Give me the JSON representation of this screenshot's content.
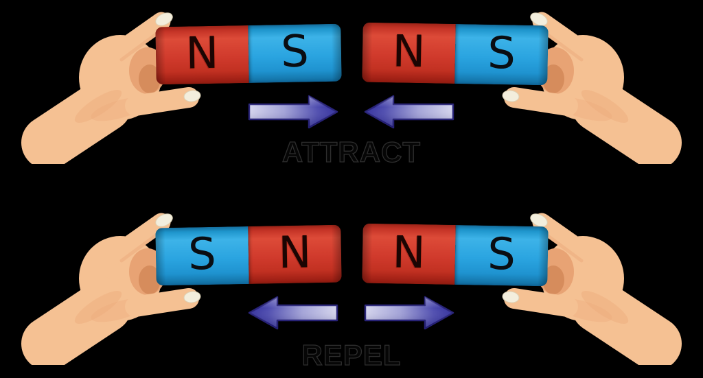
{
  "colors": {
    "background": "#000000",
    "magnet_red": "#d03a2c",
    "magnet_blue": "#2aa4e0",
    "arrow_tail_light": "#d4d4ec",
    "arrow_head_dark": "#322f9d",
    "arrow_outline": "#272277",
    "hand_skin": "#f5c193",
    "hand_shadow": "#d98f5f",
    "fingernail": "#f3eedd",
    "caption_text": "#000000"
  },
  "scenes": [
    {
      "caption": "ATTRACT",
      "left_magnet": {
        "poles": [
          {
            "label": "N",
            "color": "red"
          },
          {
            "label": "S",
            "color": "blue"
          }
        ]
      },
      "right_magnet": {
        "poles": [
          {
            "label": "N",
            "color": "red"
          },
          {
            "label": "S",
            "color": "blue"
          }
        ]
      },
      "arrows": [
        {
          "direction": "right"
        },
        {
          "direction": "left"
        }
      ]
    },
    {
      "caption": "REPEL",
      "left_magnet": {
        "poles": [
          {
            "label": "S",
            "color": "blue"
          },
          {
            "label": "N",
            "color": "red"
          }
        ]
      },
      "right_magnet": {
        "poles": [
          {
            "label": "N",
            "color": "red"
          },
          {
            "label": "S",
            "color": "blue"
          }
        ]
      },
      "arrows": [
        {
          "direction": "left"
        },
        {
          "direction": "right"
        }
      ]
    }
  ]
}
